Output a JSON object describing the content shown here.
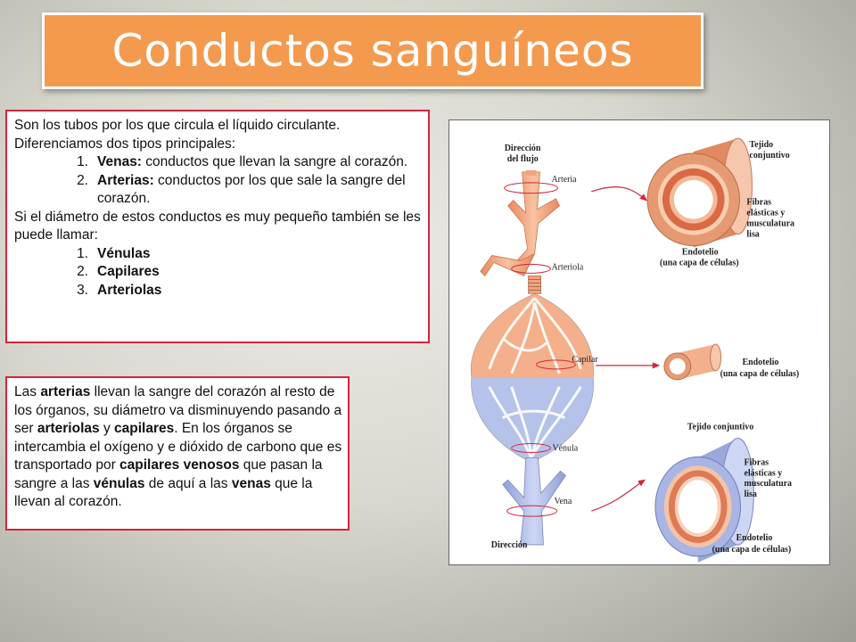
{
  "title": "Conductos sanguíneos",
  "box1": {
    "intro_line1": "Son los tubos por los que circula el líquido circulante.",
    "intro_line2": "Diferenciamos dos tipos principales:",
    "types": [
      {
        "num": "1.",
        "term": "Venas:",
        "desc": " conductos que llevan la sangre al corazón."
      },
      {
        "num": "2.",
        "term": "Arterias:",
        "desc": " conductos por los que sale la sangre del corazón."
      }
    ],
    "small_text": "Si el diámetro de estos conductos es muy pequeño también se les puede llamar:",
    "small_list": [
      {
        "num": "1.",
        "term": "Vénulas"
      },
      {
        "num": "2.",
        "term": "Capilares"
      },
      {
        "num": "3.",
        "term": "Arteriolas"
      }
    ]
  },
  "box2": {
    "segments": [
      {
        "text": "Las ",
        "bold": false
      },
      {
        "text": "arterias",
        "bold": true
      },
      {
        "text": " llevan la sangre del corazón al resto de los órganos, su diámetro va disminuyendo pasando a ser ",
        "bold": false
      },
      {
        "text": "arteriolas",
        "bold": true
      },
      {
        "text": " y ",
        "bold": false
      },
      {
        "text": "capilares",
        "bold": true
      },
      {
        "text": ". En los órganos se intercambia el oxígeno y e dióxido de carbono que es transportado por ",
        "bold": false
      },
      {
        "text": "capilares venosos",
        "bold": true
      },
      {
        "text": " que pasan la sangre a las ",
        "bold": false
      },
      {
        "text": "vénulas",
        "bold": true
      },
      {
        "text": " de aquí a las ",
        "bold": false
      },
      {
        "text": "venas",
        "bold": true
      },
      {
        "text": " que la llevan al corazón.",
        "bold": false
      }
    ]
  },
  "diagram": {
    "flow_direction_line1": "Dirección",
    "flow_direction_line2": "del flujo",
    "bottom_direction": "Dirección",
    "vessels": {
      "artery": "Arteria",
      "arteriole": "Arteriola",
      "capillary": "Capilar",
      "venule": "Vénula",
      "vein": "Vena"
    },
    "artery_section": {
      "connective_line1": "Tejido",
      "connective_line2": "conjuntivo",
      "fibers_line1": "Fibras",
      "fibers_line2": "elásticas y",
      "fibers_line3": "musculatura",
      "fibers_line4": "lisa",
      "endothelium_line1": "Endotelio",
      "endothelium_line2": "(una capa de células)"
    },
    "capillary_section": {
      "endothelium_line1": "Endotelio",
      "endothelium_line2": "(una capa de células)"
    },
    "vein_section": {
      "connective": "Tejido conjuntivo",
      "fibers_line1": "Fibras",
      "fibers_line2": "elásticas y",
      "fibers_line3": "musculatura",
      "fibers_line4": "lisa",
      "endothelium_line1": "Endotelio",
      "endothelium_line2": "(una capa de células)"
    },
    "colors": {
      "artery": "#f2a57e",
      "vein": "#a9b7e3",
      "arrow": "#d2253c"
    }
  }
}
